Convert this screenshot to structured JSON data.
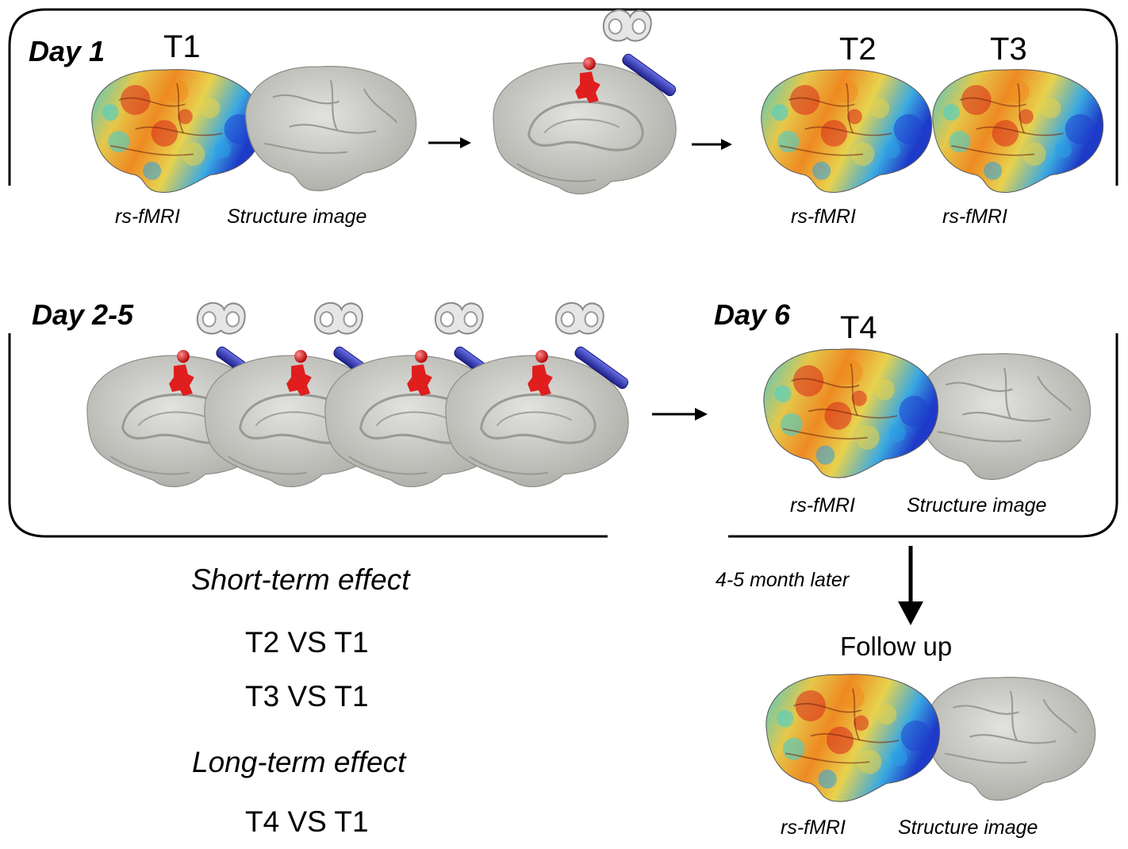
{
  "panel_day1": {
    "day_label": "Day 1",
    "t1_label": "T1",
    "t2_label": "T2",
    "t3_label": "T3",
    "captions": [
      "rs-fMRI",
      "Structure image",
      "rs-fMRI",
      "rs-fMRI"
    ]
  },
  "panel_day2_5": {
    "day_label": "Day 2-5"
  },
  "panel_day6": {
    "day_label": "Day 6",
    "t4_label": "T4",
    "captions": [
      "rs-fMRI",
      "Structure image"
    ]
  },
  "follow_up": {
    "interval_label": "4-5 month later",
    "title": "Follow up",
    "captions": [
      "rs-fMRI",
      "Structure image"
    ]
  },
  "effects": {
    "short_term_title": "Short-term effect",
    "short_term_comparisons": [
      "T2 VS T1",
      "T3 VS T1"
    ],
    "long_term_title": "Long-term effect",
    "long_term_comparisons": [
      "T4 VS T1"
    ]
  },
  "colors": {
    "heatmap": [
      "#1f3fd0",
      "#2aa0e6",
      "#38d1d8",
      "#e6d24a",
      "#f08a1e",
      "#d8271a"
    ],
    "brain_gray": "#cfcfcb",
    "target_red": "#e01e1e",
    "coil_blue": "#3036b8"
  },
  "icons": [
    "brain-heatmap-lateral",
    "brain-gray-lateral",
    "brain-gray-medial",
    "tms-coil-icon",
    "stimulation-target-marker",
    "arrow-right-icon",
    "arrow-down-icon"
  ]
}
